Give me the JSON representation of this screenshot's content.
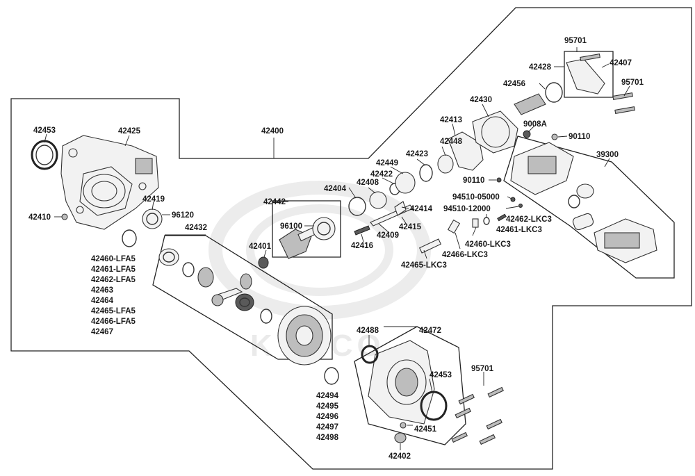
{
  "brand_watermark": "KYMCO",
  "labels": {
    "l42400": "42400",
    "l42453a": "42453",
    "l42425": "42425",
    "l42419": "42419",
    "l96120": "96120",
    "l42410": "42410",
    "l42432": "42432",
    "l42442": "42442",
    "l96100": "96100",
    "l42401": "42401",
    "l42404": "42404",
    "l42408": "42408",
    "l42422": "42422",
    "l42449": "42449",
    "l42423": "42423",
    "l42448": "42448",
    "l42413": "42413",
    "l42430": "42430",
    "l42456": "42456",
    "l42428": "42428",
    "l95701a": "95701",
    "l42407": "42407",
    "l95701b": "95701",
    "l9008A": "9008A",
    "l90110a": "90110",
    "l39300": "39300",
    "l90110b": "90110",
    "l94510_05000": "94510-05000",
    "l94510_12000": "94510-12000",
    "l42462_LKC3": "42462-LKC3",
    "l42461_LKC3": "42461-LKC3",
    "l42460_LKC3": "42460-LKC3",
    "l42466_LKC3": "42466-LKC3",
    "l42465_LKC3": "42465-LKC3",
    "l42414": "42414",
    "l42415": "42415",
    "l42409": "42409",
    "l42416": "42416",
    "l42488": "42488",
    "l42472": "42472",
    "l42453b": "42453",
    "l95701c": "95701",
    "l42451": "42451",
    "l42402": "42402"
  },
  "lfa5_list": [
    "42460-LFA5",
    "42461-LFA5",
    "42462-LFA5",
    "42463",
    "42464",
    "42465-LFA5",
    "42466-LFA5",
    "42467"
  ],
  "shim_list": [
    "42494",
    "42495",
    "42496",
    "42497",
    "42498"
  ]
}
